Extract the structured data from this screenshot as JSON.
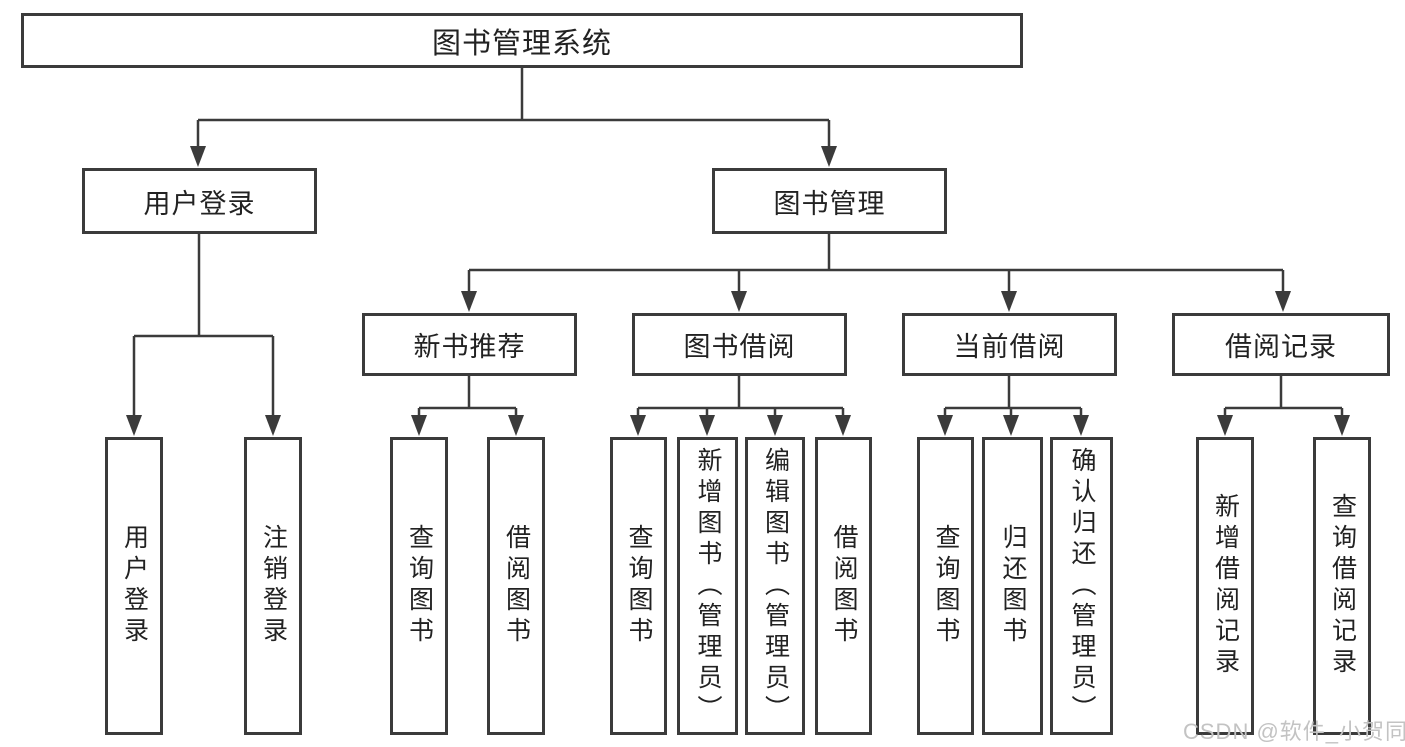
{
  "diagram_title": "图书管理系统",
  "nodes": {
    "root": {
      "label": "图书管理系统"
    },
    "user_login": {
      "label": "用户登录"
    },
    "book_mgmt": {
      "label": "图书管理"
    },
    "new_book_rec": {
      "label": "新书推荐"
    },
    "book_borrow": {
      "label": "图书借阅"
    },
    "current_borrow": {
      "label": "当前借阅"
    },
    "borrow_record": {
      "label": "借阅记录"
    },
    "leaf_user_login": {
      "label": "用户登录"
    },
    "leaf_logout": {
      "label": "注销登录"
    },
    "leaf_query_book_rec": {
      "label": "查询图书"
    },
    "leaf_borrow_book_rec": {
      "label": "借阅图书"
    },
    "leaf_query_book_borrow": {
      "label": "查询图书"
    },
    "leaf_add_book": {
      "label": "新增图书（管理员）"
    },
    "leaf_edit_book": {
      "label": "编辑图书（管理员）"
    },
    "leaf_borrow_book": {
      "label": "借阅图书"
    },
    "leaf_query_book_current": {
      "label": "查询图书"
    },
    "leaf_return_book": {
      "label": "归还图书"
    },
    "leaf_confirm_return": {
      "label": "确认归还（管理员）"
    },
    "leaf_add_record": {
      "label": "新增借阅记录"
    },
    "leaf_query_record": {
      "label": "查询借阅记录"
    }
  },
  "hierarchy": {
    "label": "图书管理系统",
    "children": [
      {
        "label": "用户登录",
        "children": [
          {
            "label": "用户登录"
          },
          {
            "label": "注销登录"
          }
        ]
      },
      {
        "label": "图书管理",
        "children": [
          {
            "label": "新书推荐",
            "children": [
              {
                "label": "查询图书"
              },
              {
                "label": "借阅图书"
              }
            ]
          },
          {
            "label": "图书借阅",
            "children": [
              {
                "label": "查询图书"
              },
              {
                "label": "新增图书（管理员）"
              },
              {
                "label": "编辑图书（管理员）"
              },
              {
                "label": "借阅图书"
              }
            ]
          },
          {
            "label": "当前借阅",
            "children": [
              {
                "label": "查询图书"
              },
              {
                "label": "归还图书"
              },
              {
                "label": "确认归还（管理员）"
              }
            ]
          },
          {
            "label": "借阅记录",
            "children": [
              {
                "label": "新增借阅记录"
              },
              {
                "label": "查询借阅记录"
              }
            ]
          }
        ]
      }
    ]
  },
  "watermark": {
    "text": "CSDN @软件_小贺同学"
  },
  "colors": {
    "line": "#3b3b3b",
    "border": "#3b3b3b",
    "text": "#222222",
    "watermark": "#c3c3c3",
    "background": "#ffffff"
  }
}
